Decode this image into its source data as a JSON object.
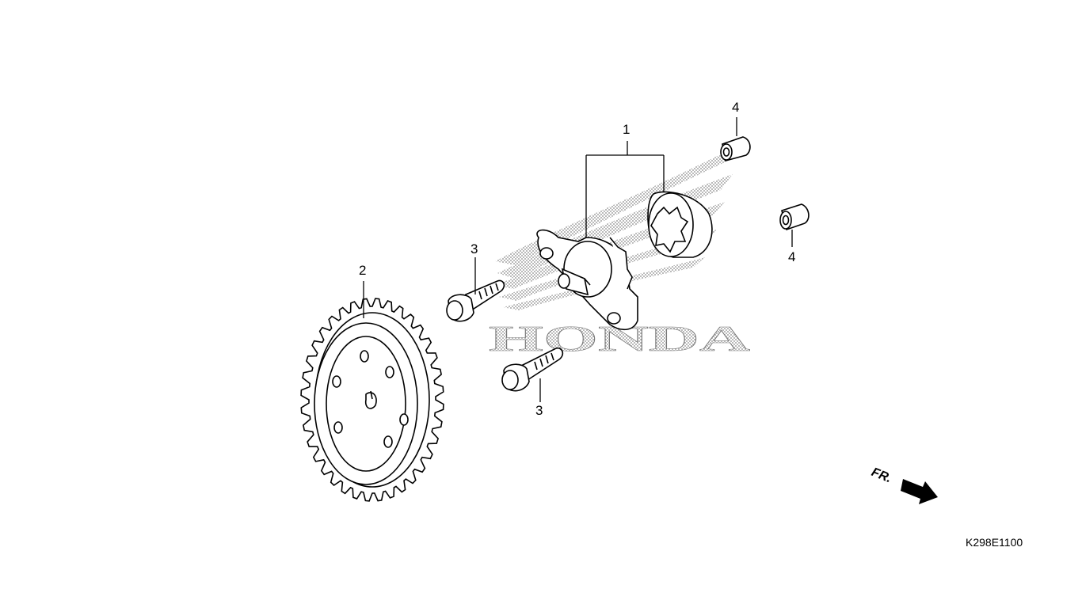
{
  "callouts": {
    "part1": "1",
    "part2": "2",
    "part3a": "3",
    "part3b": "3",
    "part4a": "4",
    "part4b": "4"
  },
  "watermark": "HONDA",
  "direction": "FR.",
  "figure_code": "K298E1100",
  "colors": {
    "ink": "#000000",
    "watermark": "#9a9a9a",
    "background": "#ffffff"
  }
}
